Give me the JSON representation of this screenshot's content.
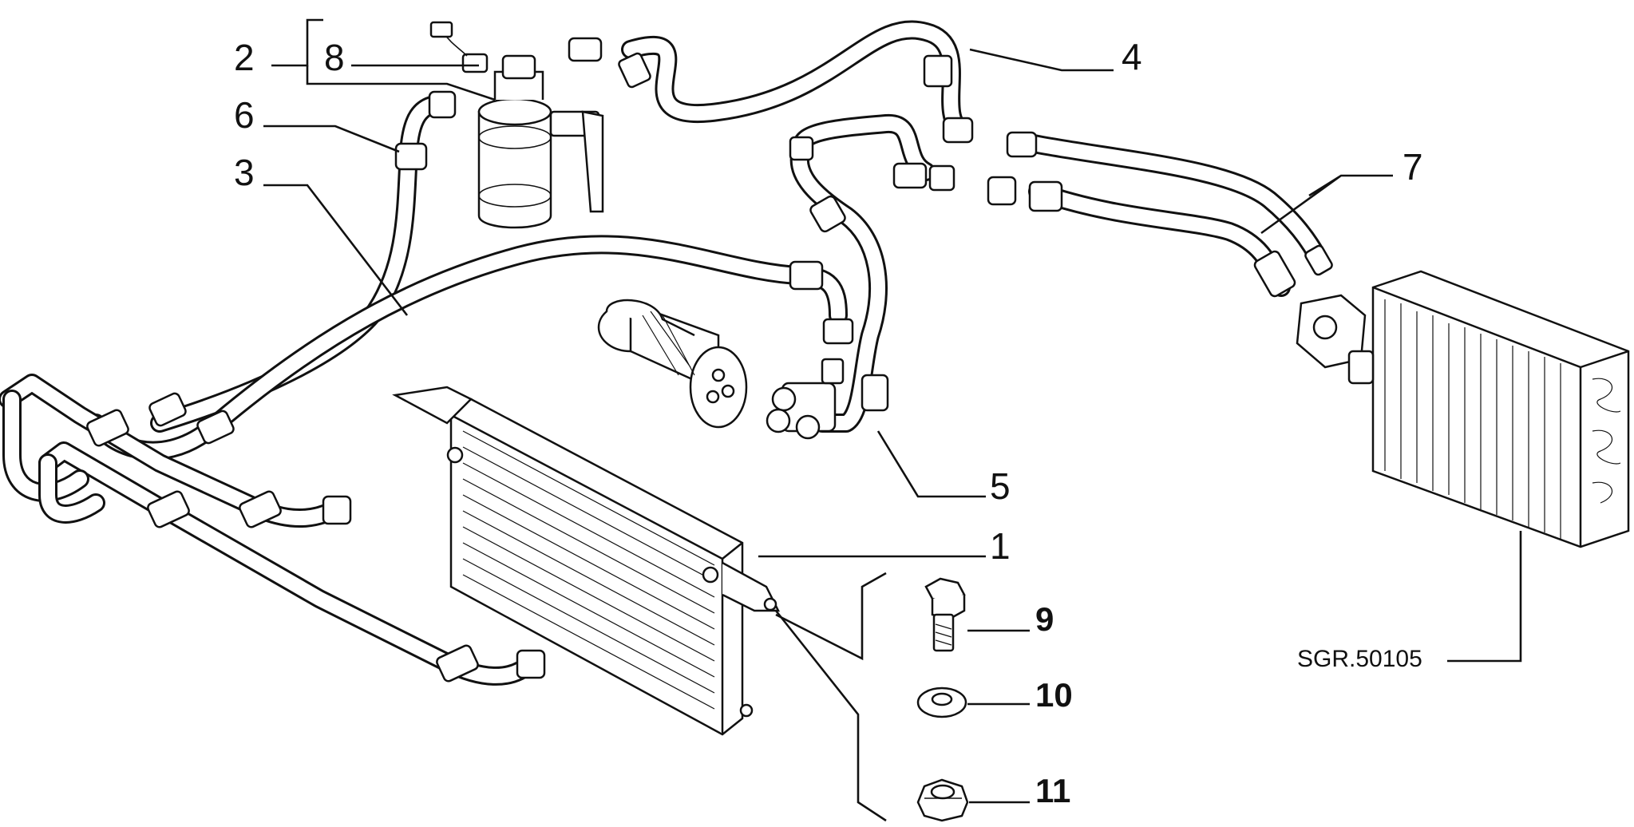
{
  "labels": {
    "l1": "1",
    "l2": "2",
    "l3": "3",
    "l4": "4",
    "l5": "5",
    "l6": "6",
    "l7": "7",
    "l8": "8",
    "l9": "9",
    "l10": "10",
    "l11": "11"
  },
  "reference_code": "SGR.50105",
  "parts": {
    "condenser": "condenser",
    "receiver_drier": "receiver-drier",
    "compressor": "compressor",
    "evaporator": "evaporator",
    "bolt": "bolt",
    "washer": "washer",
    "nut": "nut"
  }
}
